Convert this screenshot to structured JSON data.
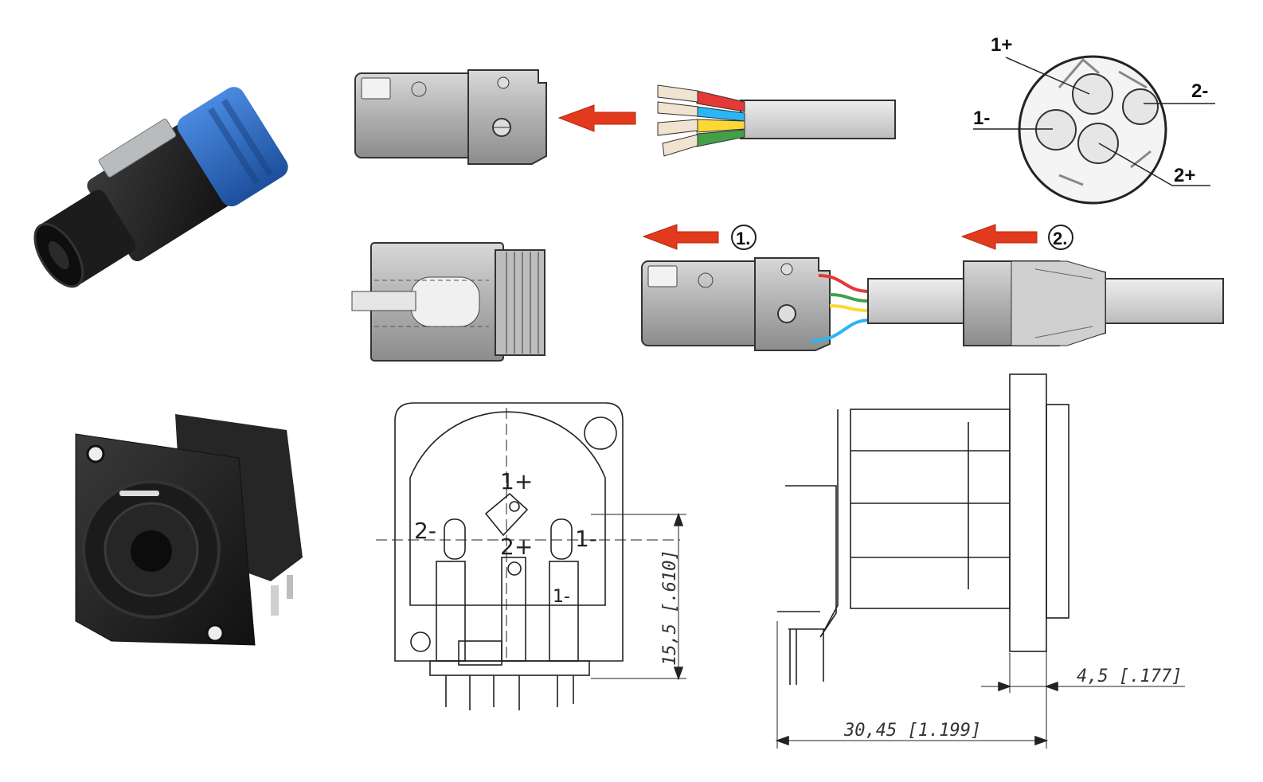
{
  "pinout": {
    "p1plus": "1+",
    "p1minus": "1-",
    "p2plus": "2+",
    "p2minus": "2-"
  },
  "assembly": {
    "step1": "1.",
    "step2": "2."
  },
  "front_drawing": {
    "pin_1plus": "1+",
    "pin_2minus": "2-",
    "pin_2plus": "2+",
    "pin_1minus_top": "1-",
    "pin_1minus_bottom": "1-",
    "dim_height": "15,5 [.610]"
  },
  "side_drawing": {
    "dim_panel": "4,5 [.177]",
    "dim_length": "30,45 [1.199]"
  },
  "colors": {
    "connector_blue": "#2d6bc4",
    "arrow_red": "#e23a1c",
    "wire_red": "#e53935",
    "wire_blue": "#29b6f6",
    "wire_yellow": "#fdd835",
    "wire_green": "#43a047"
  }
}
